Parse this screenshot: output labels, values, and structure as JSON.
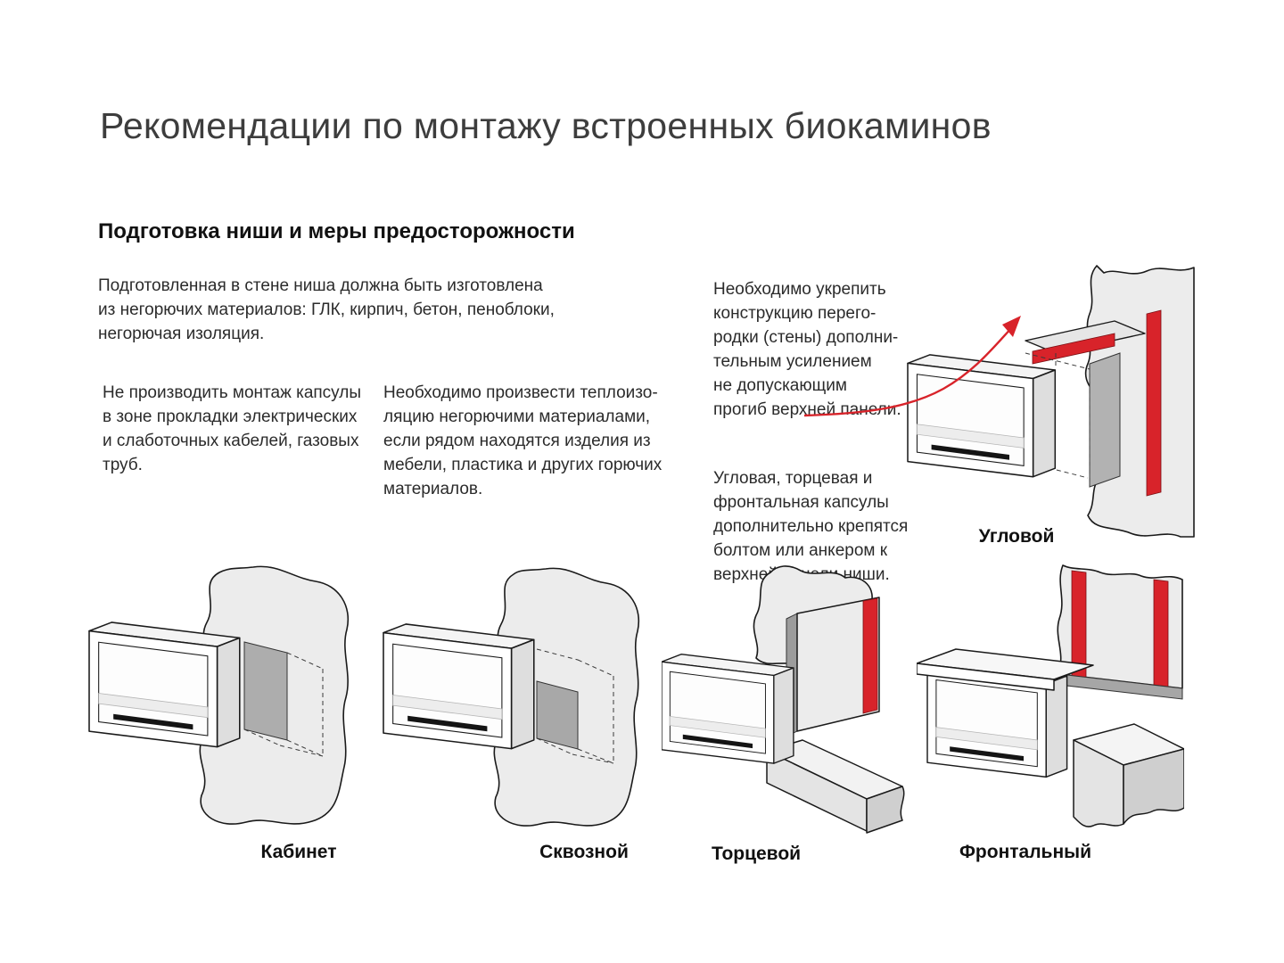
{
  "page": {
    "title": "Рекомендации по монтажу встроенных биокаминов",
    "section_heading": "Подготовка ниши и меры предосторожности"
  },
  "paragraphs": {
    "intro": "Подготовленная в стене ниша должна быть изготовлена\nиз негорючих материалов: ГЛК, кирпич, бетон, пеноблоки,\nнегорючая изоляция.",
    "no_mount_zone": "Не производить монтаж капсулы\nв зоне прокладки электрических\nи слаботочных кабелей, газовых\nтруб.",
    "insulation": "Необходимо произвести теплоизо-\nляцию негорючими материалами,\nесли рядом находятся изделия из\nмебели, пластика и других горючих\nматериалов.",
    "reinforce": "Необходимо укрепить\nконструкцию перего-\nродки (стены) дополни-\nтельным усилением\nне допускающим\nпрогиб верхней панели.",
    "fastening": "Угловая, торцевая и\nфронтальная капсулы\nдополнительно крепятся\nболтом или анкером к\nверхней панели ниши."
  },
  "diagram_labels": {
    "corner": "Угловой",
    "cabinet": "Кабинет",
    "through": "Сквозной",
    "end": "Торцевой",
    "frontal": "Фронтальный"
  },
  "colors": {
    "accent_red": "#d8232a",
    "wall_fill": "#ececec",
    "niche_fill": "#adadad",
    "outline": "#1a1a1a",
    "text_dark": "#2b2b2b"
  }
}
